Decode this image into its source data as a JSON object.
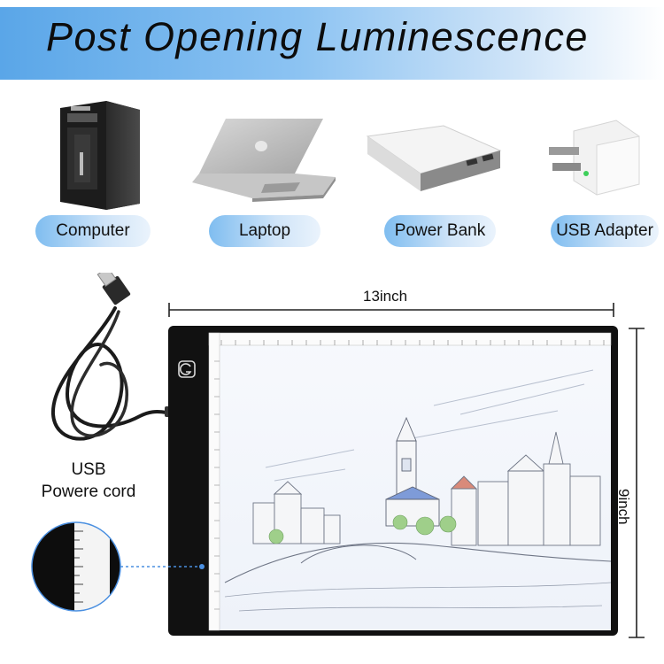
{
  "title": "Post Opening Luminescence",
  "power_sources": [
    {
      "label": "Computer",
      "icon": "computer-tower-icon"
    },
    {
      "label": "Laptop",
      "icon": "laptop-icon"
    },
    {
      "label": "Power Bank",
      "icon": "power-bank-icon"
    },
    {
      "label": "USB Adapter",
      "icon": "usb-adapter-icon"
    }
  ],
  "width_label": "13inch",
  "height_label": "9inch",
  "usb_label_line1": "USB",
  "usb_label_line2": "Powere cord",
  "colors": {
    "banner_start": "#5aa6e8",
    "pill_start": "#7fbdf0",
    "pad_frame": "#111111",
    "light_surface": "#f2f5fb",
    "dimension_line": "#222222"
  }
}
